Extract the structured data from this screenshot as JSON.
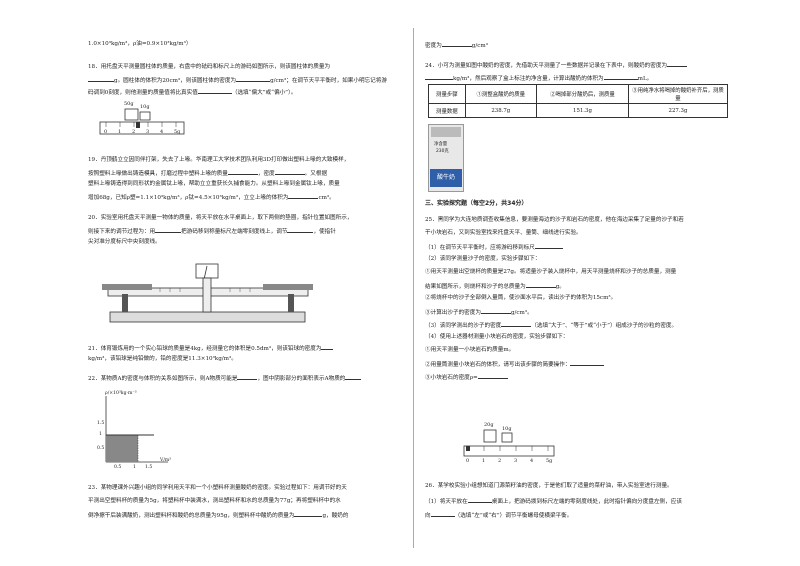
{
  "left": {
    "l0": "1.0×10³kg/m³，ρ油=0.9×10³kg/m³）",
    "q18a": "18．用托盘天平测量圆柱体的质量，右盘中的砝码和标尺上的游码如图所示，则该圆柱体的质量为",
    "q18b": "g。圆柱体的体积为20cm³，则该圆柱体的密度为",
    "q18b2": "g/cm³；在调节天平平衡时，如果小明忘记将游",
    "q18c": "码调到0刻度，则他测量的质量值将比真实值",
    "q18c2": "（选填“偏大”或“偏小”）。",
    "q18_w1": "50g",
    "q18_w2": "10g",
    "q18_ticks": [
      "0",
      "1",
      "2",
      "3",
      "4",
      "5g"
    ],
    "q19a": "19．丹顶鹤立立因同伴打架，失去了上喙。华南理工大学技术团队利用3D打印做出塑料上喙的大致模样，",
    "q19b": "按照塑料上喙做出铸造模具，打磨过程中塑料上喙的质量",
    "q19b2": "，密度",
    "q19b3": "。又根据",
    "q19c": "塑料上喙铸造得到同形状的金属钛上喙，帮助立立重获长久捕食能力。从塑料上喙到金属钛上喙，质量",
    "q19d": "增加68g，已知ρ塑=1.1×10³kg/m³，ρ钛=4.5×10³kg/m³，立立上喙的体积为",
    "q19d2": "cm³。",
    "q20a": "20．实验室用托盘天平测量一物体的质量，将天平放在水平桌面上，取下两侧的垫圈，指针位置如图所示，",
    "q20b": "则接下来的调节过程为：用",
    "q20b2": "把游码移到称量标尺左端零刻度线上，调节",
    "q20b3": "，使指针",
    "q20c": "尖对准分度标尺中央刻度线。",
    "q21a": "21．体育锻炼用的一个实心铅球的质量是4kg，经测量它的体积是0.5dm³，则该铅球的密度为",
    "q21b": "kg/m³，该铅球是纯铅做的，铅的密度是11.3×10³kg/m³。",
    "q22a": "22．某物质A的密度与体积的关系如图所示，则A物质可能是",
    "q22a2": "，图中阴影部分的面积表示A物质的",
    "q22_ylabel": "ρ/×10³kg·m⁻³",
    "q22_xlabel": "V/m³",
    "q22_yticks": [
      "1.5",
      "1",
      "0.5"
    ],
    "q22_xticks": [
      "0.5",
      "1",
      "1.5"
    ],
    "q23a": "23．某物理课外兴趣小组的同学利用天平和一个小塑料杯测量酸奶的密度。实验过程如下：用调节好的天",
    "q23b": "平测出空塑料杯的质量为5g，将塑料杯中装满水，测出塑料杯和水的总质量为77g；再将塑料杯中的水",
    "q23c": "倒净擦干后装满酸奶，测出塑料杯和酸奶的总质量为95g，则塑料杯中酸奶的质量为",
    "q23c2": "g，酸奶的"
  },
  "right": {
    "r0": "密度为",
    "r0b": "g/cm³",
    "q24a": "24．小可为测量如图中酸奶的密度，先借助天平测量了一些数据并记录在下表中，则酸奶的密度为",
    "q24b": "kg/m³，然后观察了盒上标注的净含量，计算出酸奶的体积为",
    "q24b2": "mL。",
    "table_header": [
      "测量步骤",
      "①测整盒酸奶的质量",
      "②喝掉部分酸奶后，测质量",
      "③用纯净水将喝掉的酸奶补齐后，测质量"
    ],
    "table_row": [
      "测量数据",
      "238.7g",
      "151.3g",
      "227.3g"
    ],
    "carton_text1": "净含量",
    "carton_text2": "230克",
    "carton_brand": "酸牛奶",
    "section3": "三、实验探究题（每空2分，共34分）",
    "q25a": "25．黑同学为大连地质调查收集信息，要测量海边的沙子和岩石的密度，他在海边采集了足量的沙子和若",
    "q25b": "干小块岩石，又到实验室找来托盘天平、量筒、细线进行实验。",
    "q25c": "（1）在调节天平平衡时，应将游码移到标尺",
    "q25d": "（2）该同学测量沙子的密度，实验步骤如下：",
    "q25e": "①用天平测量出空烧杯的质量是27g。将适量沙子装入烧杯中，用天平测量烧杯和沙子的总质量，测量",
    "q25f": "结果如图所示，则烧杯和沙子的总质量为",
    "q25f2": "g。",
    "q25g": "②将烧杯中的沙子全部倒入量筒，使沙面水平后，读出沙子的体积为15cm³。",
    "q25h": "③计算出沙子的密度为",
    "q25h2": "g/cm³。",
    "q25i": "（3）该同学测出的沙子的密度",
    "q25i2": "（选填“大于”、“等于”或“小于”）组成沙子的沙粒的密度。",
    "q25j": "（4）使用上述器材测量小块岩石的密度，实验步骤如下：",
    "q25k": "①用天平测量一小块岩石的质量m。",
    "q25l": "②用量筒测量小块岩石的体积，请写出该步骤的简要操作：",
    "q25m": "③小块岩石的密度ρ=",
    "q25_w1": "20g",
    "q25_w2": "10g",
    "q25_ticks": [
      "0",
      "1",
      "2",
      "3",
      "4",
      "5g"
    ],
    "q26a": "26．某学校实验小组想知道门源菜籽油的密度，于是他们取了适量的菜籽油，带入实验室进行测量。",
    "q26b": "（1）将天平放在",
    "q26b2": "桌面上，把游码拨到标尺左端的零刻度线处，此时指针偏向分度盘左侧，应该",
    "q26c": "向",
    "q26c2": "（选填“左”或“右”）调节平衡螺母使横梁平衡。"
  }
}
